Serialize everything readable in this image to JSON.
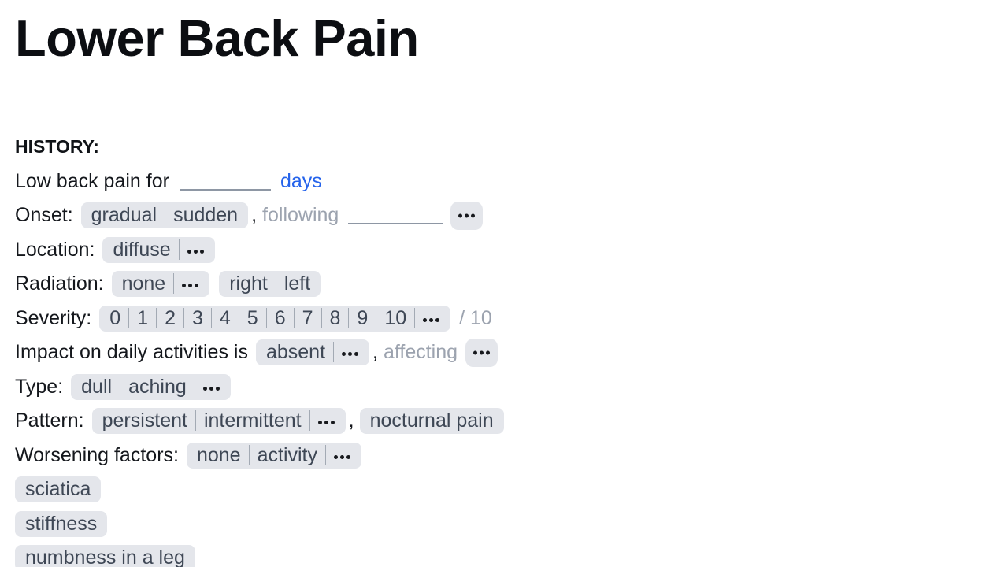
{
  "title": "Lower Back Pain",
  "punctuation": {
    "comma": ","
  },
  "colors": {
    "accent_blue": "#2563eb",
    "chip_bg": "#e4e6eb",
    "chip_text": "#3e4755",
    "muted_text": "#9ca3af",
    "body_text": "#14171c"
  },
  "history": {
    "heading": "HISTORY:",
    "duration": {
      "prefix": "Low back pain for",
      "value": "",
      "unit": "days"
    },
    "onset": {
      "label": "Onset:",
      "options": [
        "gradual",
        "sudden"
      ],
      "following": "following",
      "value": ""
    },
    "location": {
      "label": "Location:",
      "options": [
        "diffuse"
      ]
    },
    "radiation": {
      "label": "Radiation:",
      "group1": [
        "none"
      ],
      "group2": [
        "right",
        "left"
      ]
    },
    "severity": {
      "label": "Severity:",
      "options": [
        "0",
        "1",
        "2",
        "3",
        "4",
        "5",
        "6",
        "7",
        "8",
        "9",
        "10"
      ],
      "suffix": "/ 10"
    },
    "impact": {
      "prefix": "Impact on daily activities is",
      "options": [
        "absent"
      ],
      "affecting": "affecting"
    },
    "type": {
      "label": "Type:",
      "options": [
        "dull",
        "aching"
      ]
    },
    "pattern": {
      "label": "Pattern:",
      "options": [
        "persistent",
        "intermittent"
      ],
      "extra": "nocturnal pain"
    },
    "worsening": {
      "label": "Worsening factors:",
      "options": [
        "none",
        "activity"
      ]
    },
    "symptoms": [
      "sciatica",
      "stiffness",
      "numbness in a leg"
    ]
  }
}
